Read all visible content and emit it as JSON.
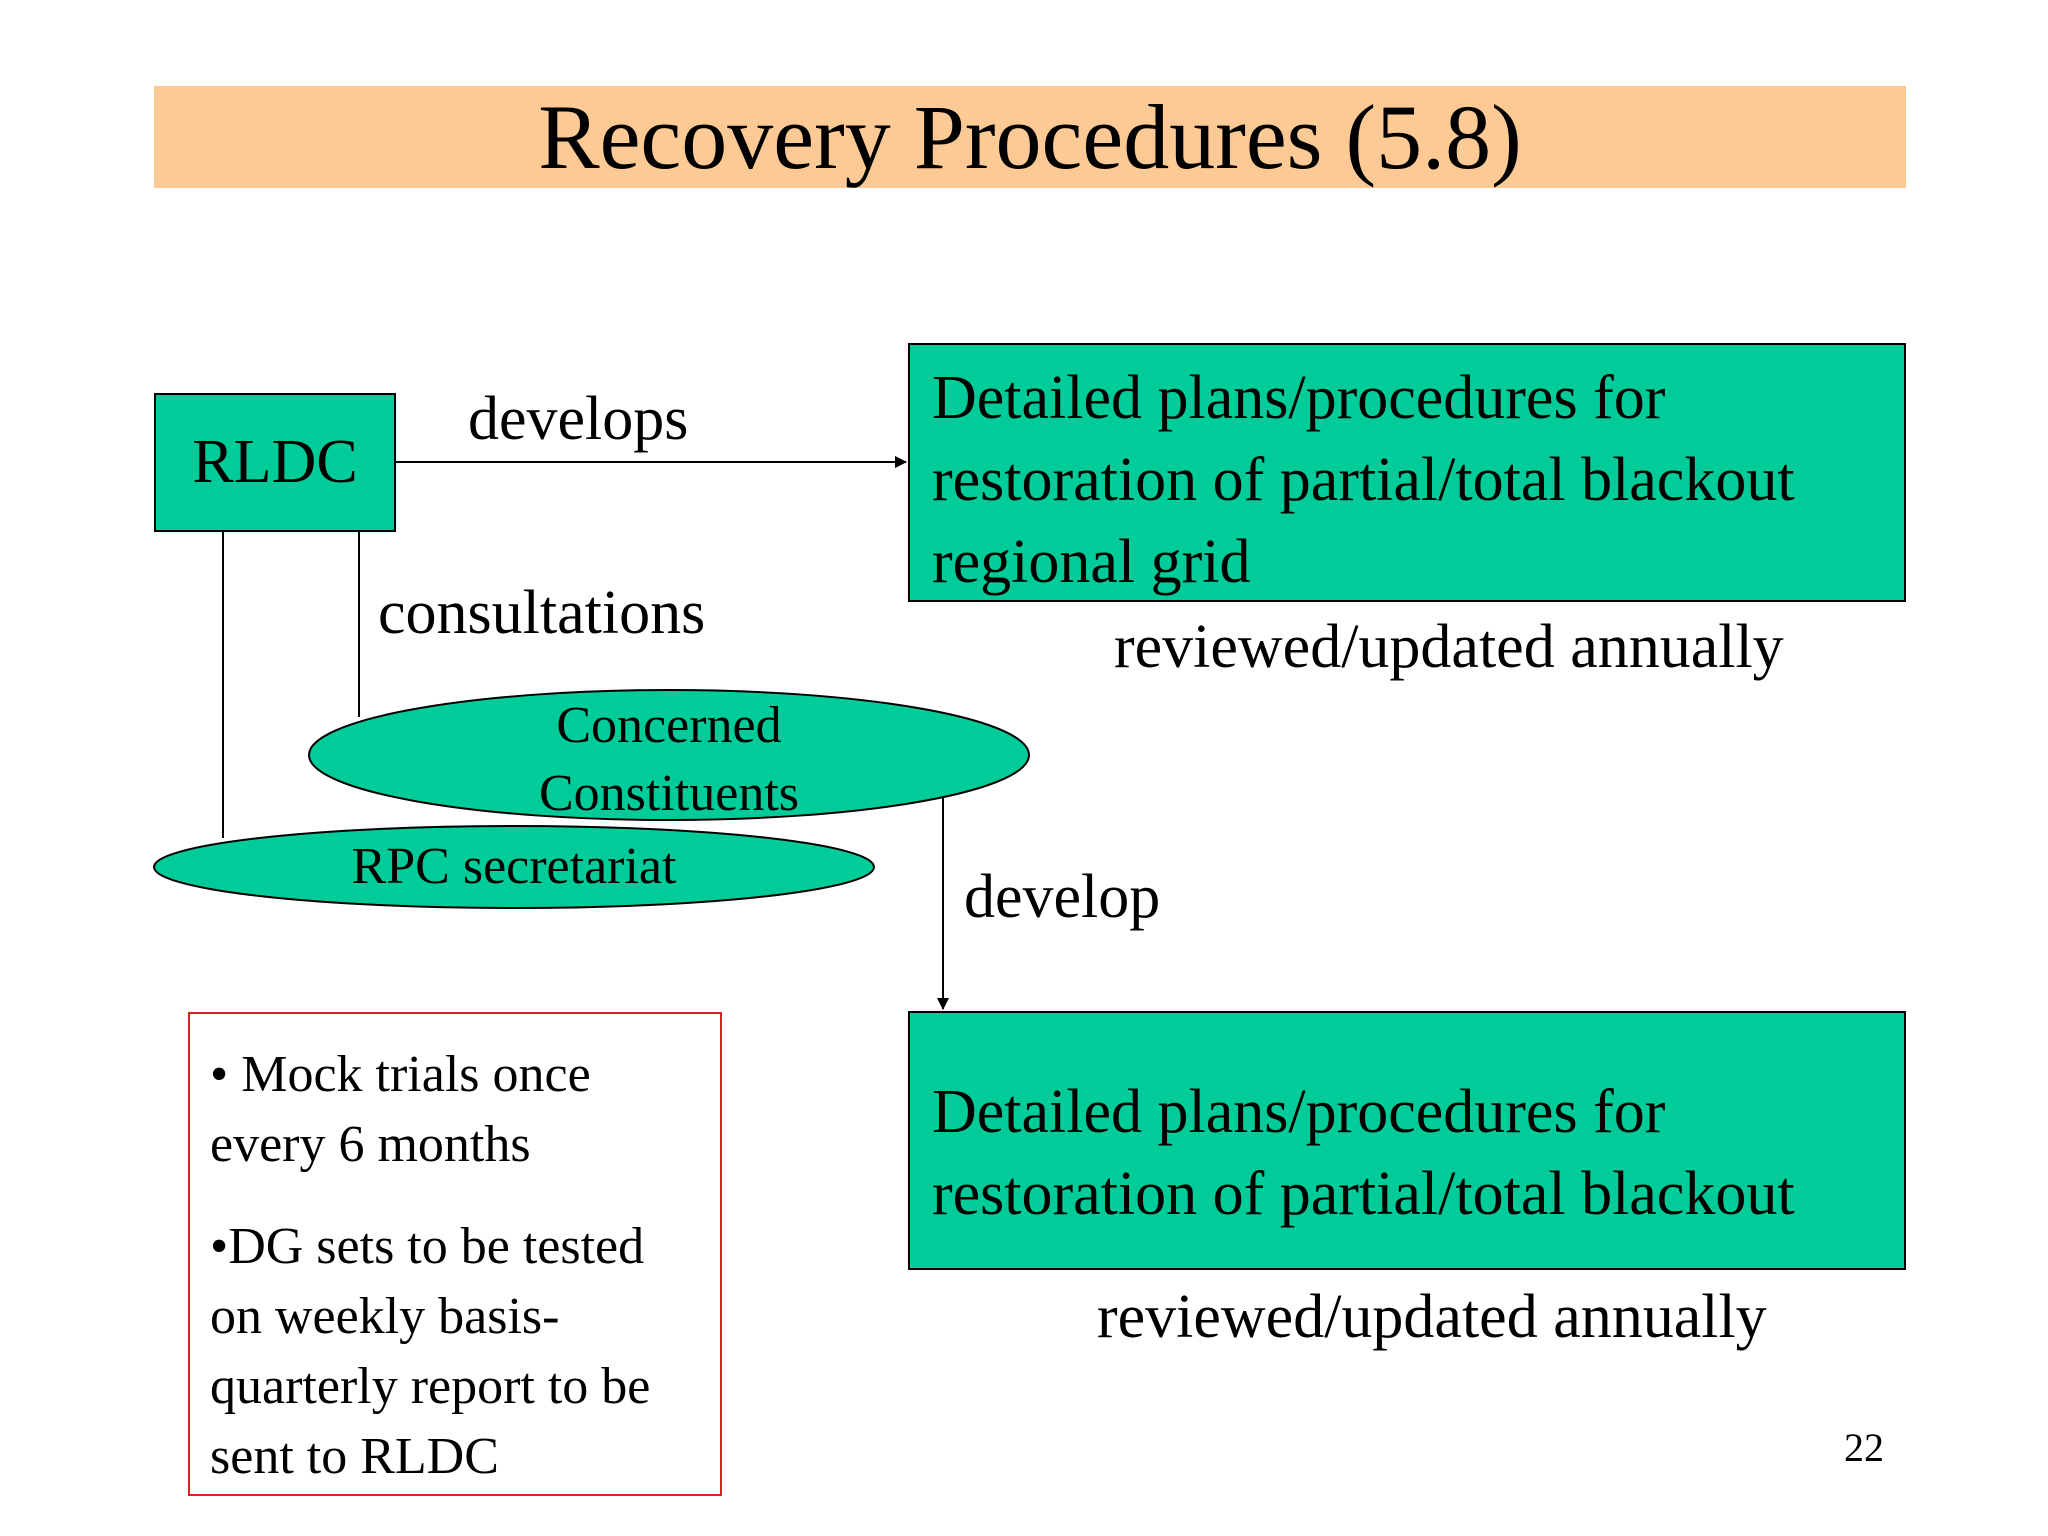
{
  "slide": {
    "title": "Recovery Procedures (5.8)",
    "page_number": "22"
  },
  "colors": {
    "title_bar": "#fdca96",
    "node_fill": "#00cc99",
    "note_border": "#e0201e"
  },
  "diagram": {
    "rldc": "RLDC",
    "develops_label": "develops",
    "consultations_label": "consultations",
    "develop_label": "develop",
    "concerned_constituents": "Concerned Constituents",
    "concerned_line1": "Concerned",
    "concerned_line2": "Constituents",
    "rpc_secretariat": "RPC secretariat",
    "plan_top": {
      "line1": "Detailed plans/procedures for",
      "line2": "restoration of partial/total blackout",
      "line3": "regional grid",
      "caption": "reviewed/updated annually"
    },
    "plan_bottom": {
      "line1": "Detailed plans/procedures for",
      "line2": "restoration of partial/total blackout",
      "caption": "reviewed/updated annually"
    }
  },
  "notes": {
    "item1": "• Mock trials once every 6 months",
    "item1_line1": "• Mock trials once",
    "item1_line2": "every 6 months",
    "item2": "•DG sets to be tested on weekly basis- quarterly report to be sent to RLDC",
    "item2_line1": "•DG sets to be tested",
    "item2_line2": "on weekly basis-",
    "item2_line3": "quarterly report to be",
    "item2_line4": "sent to RLDC"
  }
}
